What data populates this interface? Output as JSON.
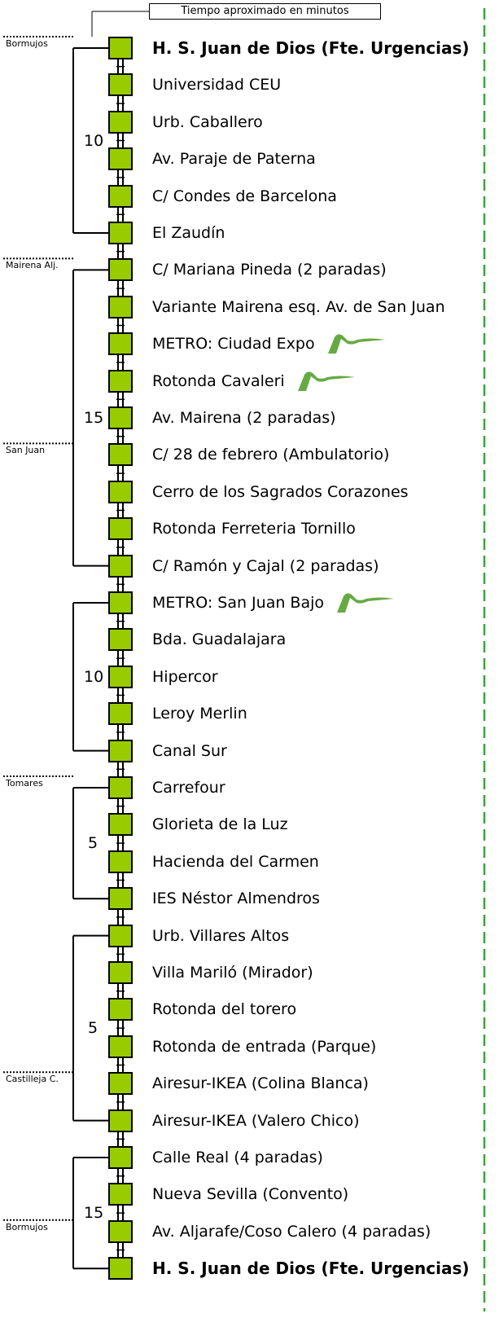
{
  "legend": {
    "text": "Tiempo aproximado en minutos"
  },
  "stops": [
    {
      "name": "H. S. Juan de Dios (Fte. Urgencias)",
      "bold": true
    },
    {
      "name": "Universidad CEU"
    },
    {
      "name": "Urb. Caballero"
    },
    {
      "name": "Av. Paraje de Paterna"
    },
    {
      "name": "C/ Condes de Barcelona"
    },
    {
      "name": "El Zaudín"
    },
    {
      "name": "C/ Mariana Pineda (2 paradas)"
    },
    {
      "name": "Variante Mairena esq. Av. de San Juan"
    },
    {
      "name": "METRO: Ciudad Expo",
      "metro": true
    },
    {
      "name": "Rotonda Cavaleri",
      "metro": true
    },
    {
      "name": "Av. Mairena (2 paradas)"
    },
    {
      "name": "C/ 28 de febrero (Ambulatorio)"
    },
    {
      "name": "Cerro de los Sagrados Corazones"
    },
    {
      "name": "Rotonda Ferreteria Tornillo"
    },
    {
      "name": "C/ Ramón y Cajal (2 paradas)"
    },
    {
      "name": "METRO: San Juan Bajo",
      "metro": true
    },
    {
      "name": "Bda. Guadalajara"
    },
    {
      "name": "Hipercor"
    },
    {
      "name": "Leroy Merlin"
    },
    {
      "name": "Canal Sur"
    },
    {
      "name": "Carrefour"
    },
    {
      "name": "Glorieta de la Luz"
    },
    {
      "name": "Hacienda del Carmen"
    },
    {
      "name": "IES Néstor Almendros"
    },
    {
      "name": "Urb. Villares Altos"
    },
    {
      "name": "Villa Mariló (Mirador)"
    },
    {
      "name": "Rotonda del torero"
    },
    {
      "name": "Rotonda de entrada (Parque)"
    },
    {
      "name": "Airesur-IKEA (Colina Blanca)"
    },
    {
      "name": "Airesur-IKEA (Valero Chico)"
    },
    {
      "name": "Calle Real (4 paradas)"
    },
    {
      "name": "Nueva Sevilla (Convento)"
    },
    {
      "name": "Av. Aljarafe/Coso Calero (4 paradas)"
    },
    {
      "name": "H. S. Juan de Dios (Fte. Urgencias)",
      "bold": true
    }
  ],
  "time_segments": [
    {
      "minutes": "10",
      "from_stop": 0,
      "to_stop": 5
    },
    {
      "minutes": "15",
      "from_stop": 6,
      "to_stop": 14
    },
    {
      "minutes": "10",
      "from_stop": 15,
      "to_stop": 19
    },
    {
      "minutes": "5",
      "from_stop": 20,
      "to_stop": 23
    },
    {
      "minutes": "5",
      "from_stop": 24,
      "to_stop": 29
    },
    {
      "minutes": "15",
      "from_stop": 30,
      "to_stop": 33
    }
  ],
  "municipalities": [
    {
      "name": "Bormujos",
      "at_stop": 0
    },
    {
      "name": "Mairena Alj.",
      "at_stop": 6
    },
    {
      "name": "San Juan",
      "at_stop": 11
    },
    {
      "name": "Tomares",
      "at_stop": 20
    },
    {
      "name": "Castilleja C.",
      "at_stop": 28
    },
    {
      "name": "Bormujos",
      "at_stop": 32
    }
  ],
  "colors": {
    "stop_box": "#99cc00",
    "metro_icon": "#66aa44",
    "dashed_border": "#33aa33"
  }
}
